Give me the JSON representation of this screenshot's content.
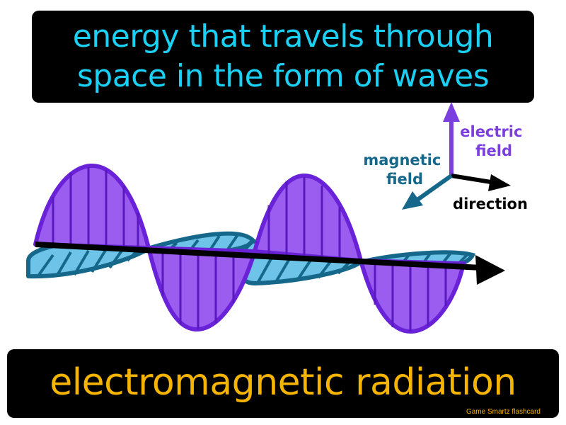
{
  "definition": {
    "line1": "energy that travels through",
    "line2": "space in the form of waves"
  },
  "term": "electromagnetic radiation",
  "brand": "Game Smartz flashcard",
  "axes": {
    "electric": [
      "electric",
      "field"
    ],
    "magnetic": [
      "magnetic",
      "field"
    ],
    "direction": "direction"
  },
  "colors": {
    "definition_text": "#1ad1f5",
    "term_text": "#f5b400",
    "electric": "#7b3fe0",
    "electric_fill": "#9b5cf0",
    "magnetic": "#16688a",
    "magnetic_fill": "#6ec3e8",
    "direction": "#000000"
  }
}
